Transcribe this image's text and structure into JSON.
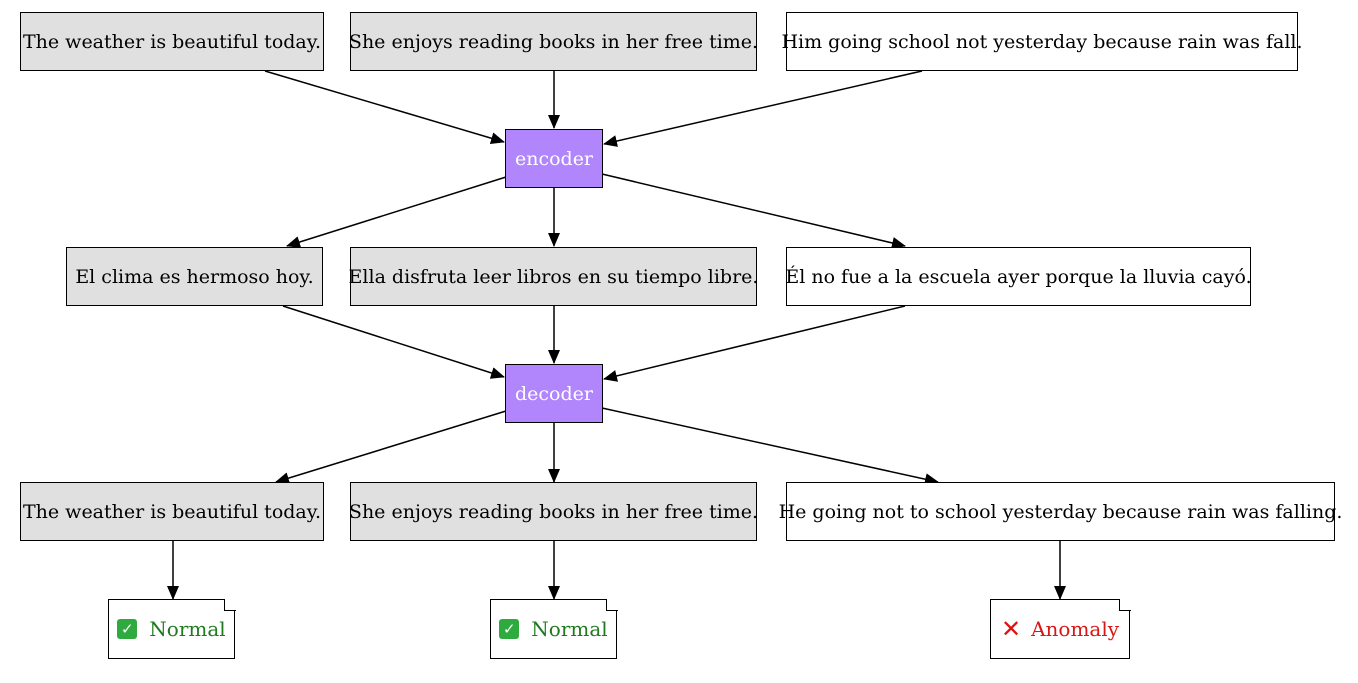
{
  "inputs": [
    "The weather is beautiful today.",
    "She enjoys reading books in her free time.",
    "Him going school not yesterday because rain was fall."
  ],
  "encoder_label": "encoder",
  "translations": [
    "El clima es hermoso hoy.",
    "Ella disfruta leer libros en su tiempo libre.",
    "Él no fue a la escuela ayer porque la lluvia cayó."
  ],
  "decoder_label": "decoder",
  "outputs": [
    "The weather is beautiful today.",
    "She enjoys reading books in her free time.",
    "He going not to school yesterday because rain was falling."
  ],
  "results": [
    {
      "label": "Normal",
      "status": "normal"
    },
    {
      "label": "Normal",
      "status": "normal"
    },
    {
      "label": "Anomaly",
      "status": "anomaly"
    }
  ],
  "colors": {
    "encoder_decoder_fill": "#b185fb",
    "normal_text": "#1f7a1f",
    "anomaly_text": "#d91515"
  }
}
